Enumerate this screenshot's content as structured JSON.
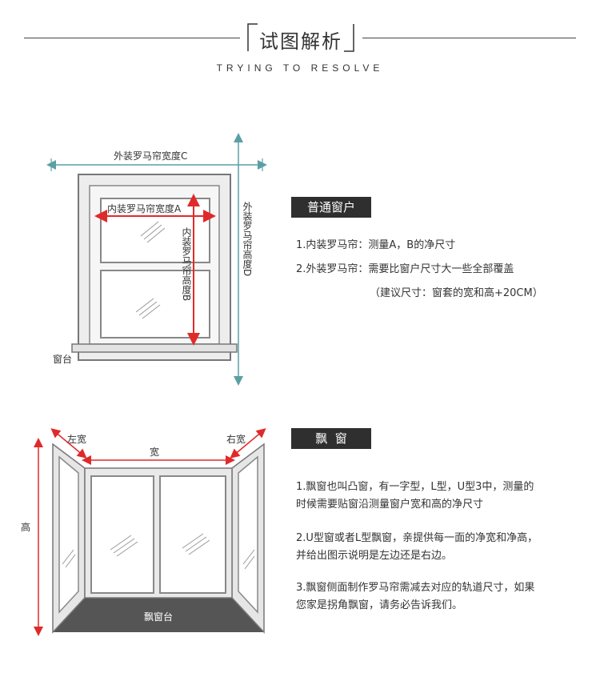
{
  "header": {
    "title": "试图解析",
    "subtitle": "TRYING TO RESOLVE"
  },
  "section1": {
    "tag": "普通窗户",
    "lines": [
      "1.内装罗马帘：测量A，B的净尺寸",
      "2.外装罗马帘：需要比窗户尺寸大一些全部覆盖",
      "（建议尺寸：窗套的宽和高+20CM）"
    ],
    "diagram": {
      "outer_width": "外装罗马帘宽度C",
      "inner_width": "内装罗马帘宽度A",
      "inner_height": "内装罗马帘高度B",
      "outer_height": "外装罗马帘高度D",
      "sill": "窗台"
    }
  },
  "section2": {
    "tag": "飘  窗",
    "lines": [
      "1.飘窗也叫凸窗，有一字型，L型，U型3中，测量的",
      "时候需要贴窗沿测量窗户宽和高的净尺寸",
      "2.U型窗或者L型飘窗，亲提供每一面的净宽和净高，",
      "并给出图示说明是左边还是右边。",
      "3.飘窗侧面制作罗马帘需减去对应的轨道尺寸，如果",
      "您家是拐角飘窗，请务必告诉我们。"
    ],
    "diagram": {
      "left_width": "左宽",
      "width": "宽",
      "right_width": "右宽",
      "height": "高",
      "platform": "飘窗台"
    }
  },
  "colors": {
    "tag_bg": "#2f2f2f",
    "measure_teal": "#5a9fa6",
    "measure_red": "#e02a2a",
    "frame_gray": "#888888"
  }
}
